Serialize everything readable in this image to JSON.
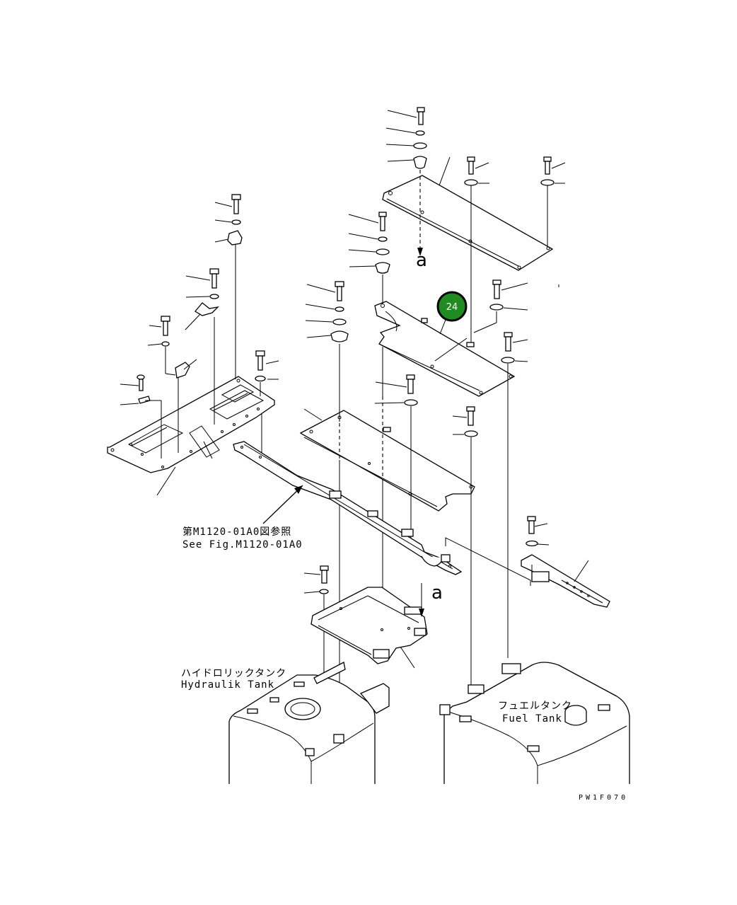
{
  "labels": {
    "see_fig_jp": "第M1120-01A0図参照",
    "see_fig_en": "See Fig.M1120-01A0",
    "hydraulic_tank_jp": "ハイドロリックタンク",
    "hydraulic_tank_en": "Hydraulik Tank",
    "fuel_tank_jp": "フュエルタンク",
    "fuel_tank_en": "Fuel Tank",
    "view_a_top": "a",
    "view_a_bottom": "a",
    "drawing_code": "PW1F070"
  },
  "callout": {
    "number": "24",
    "fill_color": "#1e8c1e",
    "ring_color": "#000000"
  }
}
